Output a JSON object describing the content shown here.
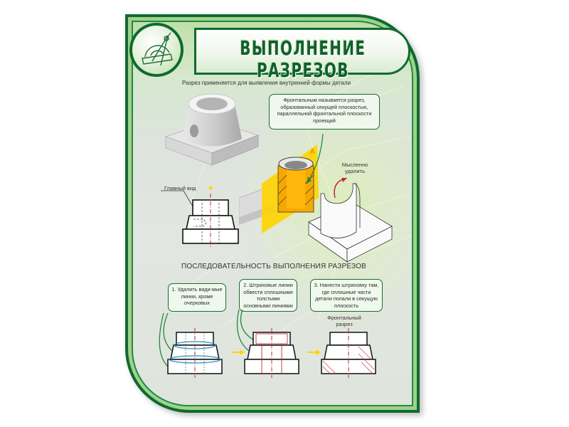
{
  "poster": {
    "title": "ВЫПОЛНЕНИЕ РАЗРЕЗОВ",
    "logo_icon": "compass-protractor-icon",
    "intro_text": "Разрез применяется для выявления внутренней формы детали",
    "frontal_definition": "Фронтальным называется разрез, образованный секущей плоскостью, параллельной фронтальной плоскости проекций",
    "plane_label": "А",
    "mentally_remove": "Мысленно удалить",
    "main_view_label": "Главный вид",
    "sequence_title": "ПОСЛЕДОВАТЕЛЬНОСТЬ ВЫПОЛНЕНИЯ РАЗРЕЗОВ",
    "steps": [
      {
        "text": "1. Удалить види-мые линии, кроме очерковых"
      },
      {
        "text": "2. Штриховые линии обвести сплошными толстыми основными линиями"
      },
      {
        "text": "3. Нанести штриховку там, где сплошные части детали попали в секущую плоскость"
      }
    ],
    "frontal_section_label": "Фронтальный разрез",
    "colors": {
      "frame_dark": "#0f6a30",
      "frame_light": "#9fd28a",
      "title_text": "#10602c",
      "callout_border": "#1e6b36",
      "axis_line": "#c0283a",
      "cutting_plane": "#ffd400",
      "arrow_green": "#1f8a3b",
      "arrow_red": "#c0283a",
      "highlight_blue": "#2a8fc0"
    }
  }
}
